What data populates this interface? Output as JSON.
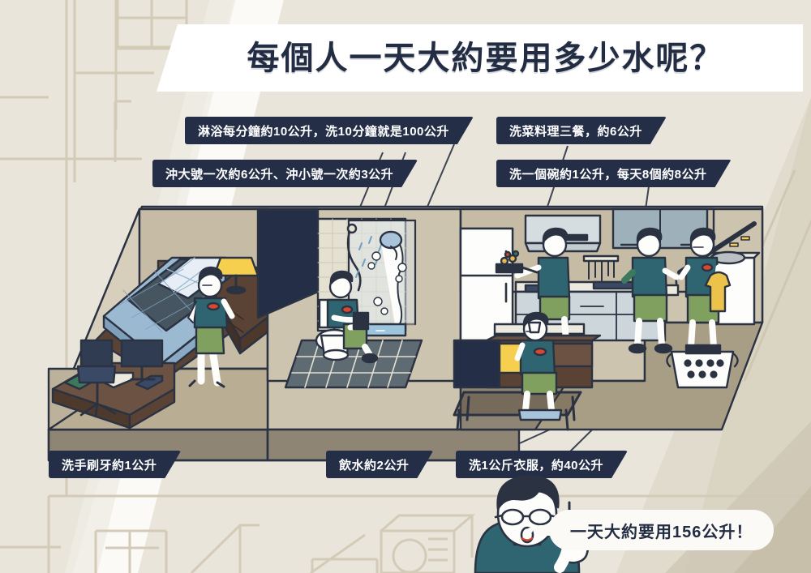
{
  "title": "每個人一天大約要用多少水呢？",
  "labels": [
    {
      "id": "shower",
      "text": "淋浴每分鐘約10公升，洗10分鐘就是100公升"
    },
    {
      "id": "toilet",
      "text": "沖大號一次約6公升、沖小號一次約3公升"
    },
    {
      "id": "cooking",
      "text": "洗菜料理三餐，約6公升"
    },
    {
      "id": "dishes",
      "text": "洗一個碗約1公升，每天8個約8公升"
    },
    {
      "id": "handwash",
      "text": "洗手刷牙約1公升"
    },
    {
      "id": "drinking",
      "text": "飲水約2公升"
    },
    {
      "id": "laundry",
      "text": "洗1公斤衣服，約40公升"
    }
  ],
  "summary": {
    "bubble_text": "一天大約要用156公升！"
  },
  "colors": {
    "background": "#e9e5da",
    "background_outline": "#d3cbb7",
    "label_navy": "#242f47",
    "title_white": "#ffffff",
    "wall": "#cdc4b0",
    "wall_shadow": "#b6ab94",
    "floor": "#8e8574",
    "floor_light": "#b9ad94",
    "outline": "#2b3242",
    "shirt_teal": "#2e6570",
    "shorts_green": "#7fa05f",
    "bedding_blue": "#a9c4da",
    "lamp_yellow": "#f6cf4e",
    "towel_yellow": "#edc24b",
    "skin": "#fdfdfb"
  },
  "scene": {
    "rooms": [
      {
        "name": "bedroom",
        "items": [
          "bed",
          "desk",
          "office-chair",
          "monitor",
          "nightstand",
          "table-lamp",
          "boy-brushing-teeth"
        ]
      },
      {
        "name": "bathroom",
        "items": [
          "toilet",
          "person-on-toilet",
          "shower-stall",
          "person-showering",
          "tiled-floor"
        ]
      },
      {
        "name": "kitchen",
        "items": [
          "refrigerator",
          "range-hood",
          "upper-cabinets",
          "counter",
          "person-cooking",
          "person-washing-dishes",
          "knife-rack"
        ]
      },
      {
        "name": "living-room",
        "items": [
          "sofa",
          "coffee-table",
          "television",
          "person-drinking-water",
          "cushion"
        ]
      },
      {
        "name": "laundry",
        "items": [
          "washing-machine",
          "laundry-basket",
          "person-hanging-clothes",
          "clothes-rack",
          "yellow-shirt"
        ]
      }
    ],
    "presenter": {
      "name": "presenter-man",
      "gesture": "pointing-up",
      "glasses": true
    }
  }
}
